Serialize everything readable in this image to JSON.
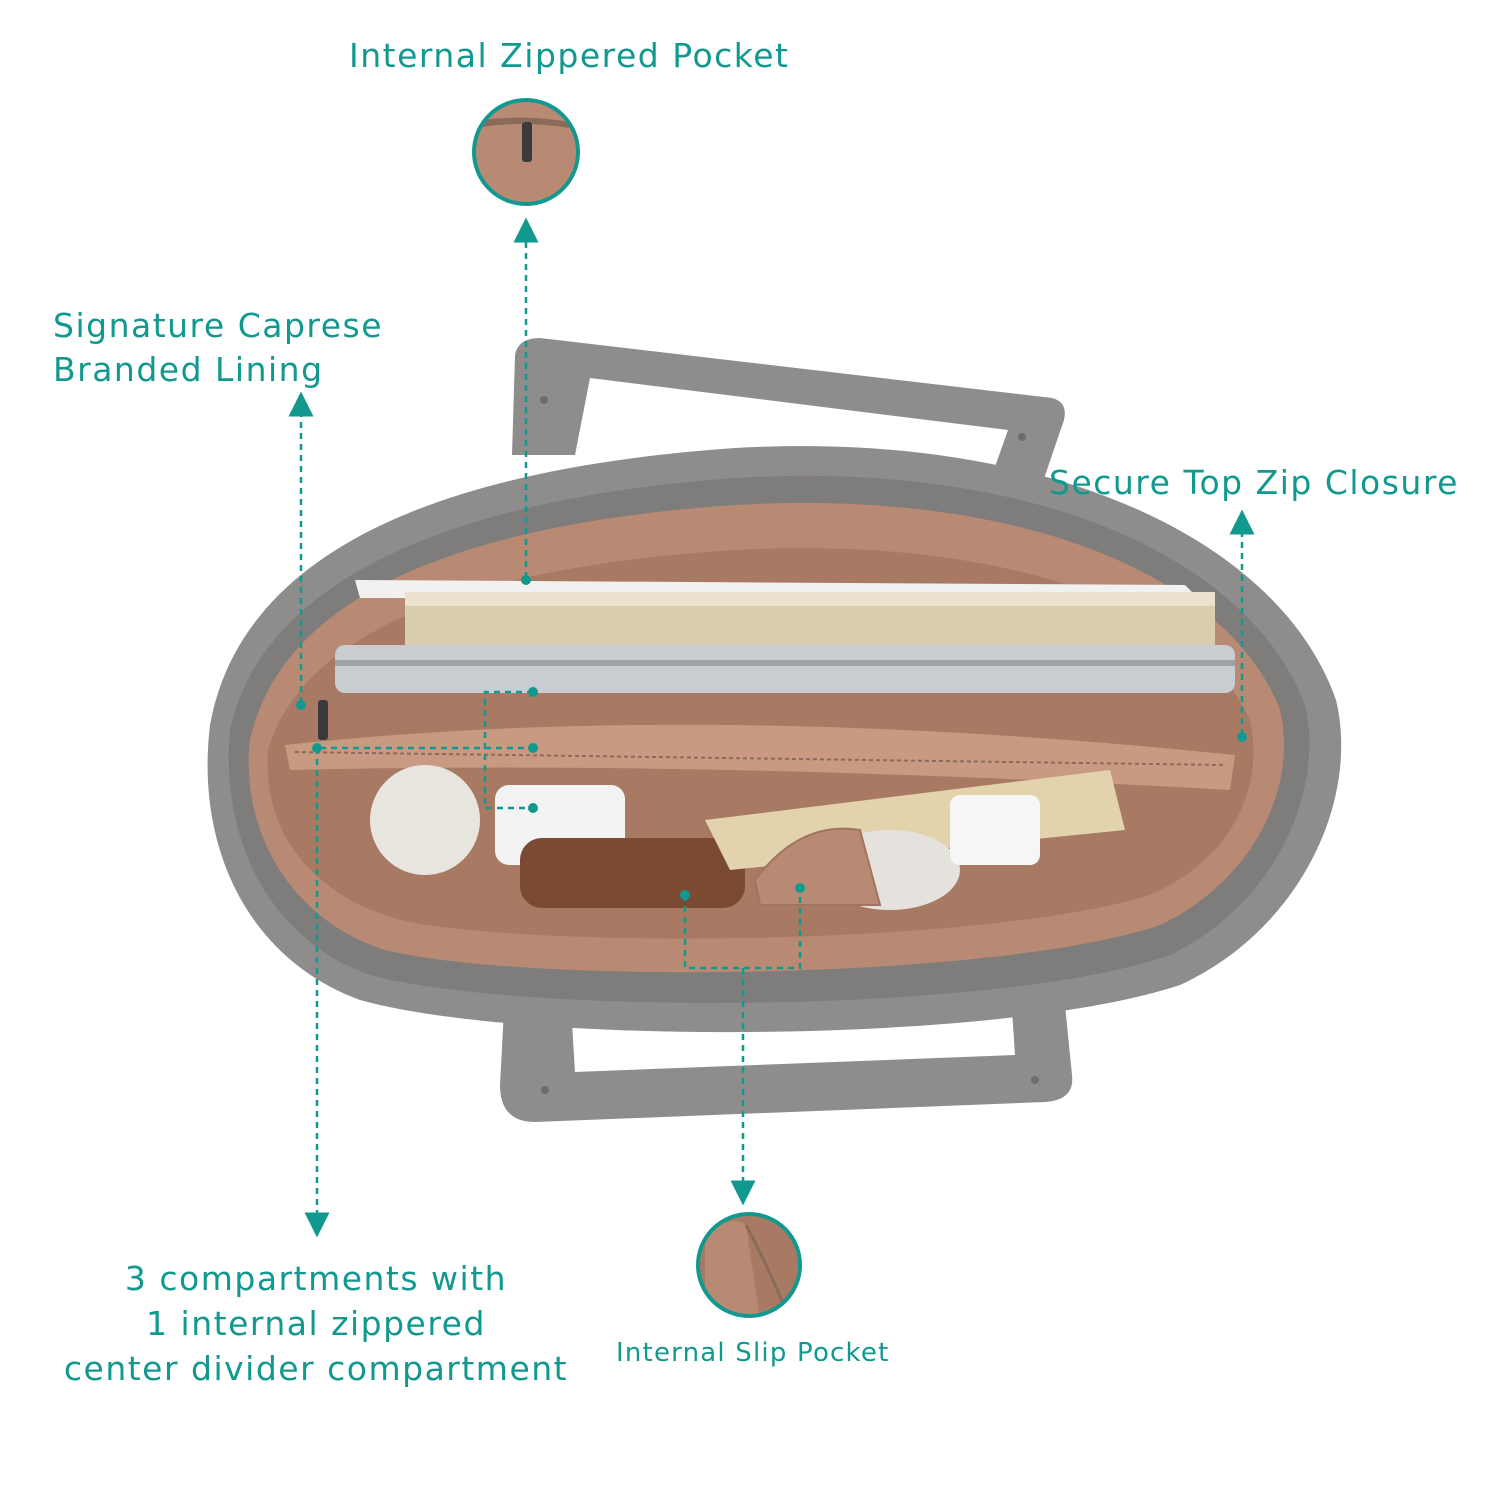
{
  "colors": {
    "accent": "#12998f",
    "bag_grey": "#8f8d8b",
    "lining": "#b98a73",
    "background": "#ffffff"
  },
  "callouts": {
    "internal_zippered_pocket": "Internal Zippered Pocket",
    "branded_lining": [
      "Signature Caprese",
      "Branded Lining"
    ],
    "top_zip_closure": "Secure Top Zip Closure",
    "compartments": [
      "3 compartments with",
      "1 internal zippered",
      "center divider compartment"
    ],
    "slip_pocket": "Internal Slip Pocket"
  }
}
